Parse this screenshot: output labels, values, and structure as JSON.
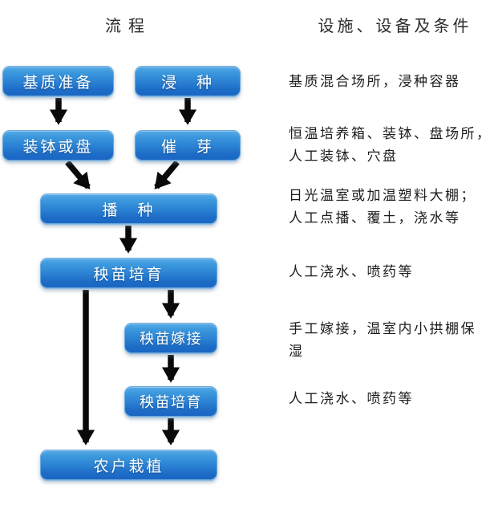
{
  "diagram": {
    "columns": {
      "left_header": "流程",
      "right_header": "设施、设备及条件"
    },
    "nodes": [
      {
        "id": "substrate-preparation",
        "label": "基质准备"
      },
      {
        "id": "seed-soaking",
        "label": "浸　种"
      },
      {
        "id": "pot-or-tray-filling",
        "label": "装钵或盘"
      },
      {
        "id": "germination",
        "label": "催　芽"
      },
      {
        "id": "sowing",
        "label": "播　种"
      },
      {
        "id": "seedling-cultivation-1",
        "label": "秧苗培育"
      },
      {
        "id": "seedling-grafting",
        "label": "秧苗嫁接"
      },
      {
        "id": "seedling-cultivation-2",
        "label": "秧苗培育"
      },
      {
        "id": "farmer-planting",
        "label": "农户栽植"
      }
    ],
    "edges": [
      {
        "from": "substrate-preparation",
        "to": "pot-or-tray-filling"
      },
      {
        "from": "seed-soaking",
        "to": "germination"
      },
      {
        "from": "pot-or-tray-filling",
        "to": "sowing"
      },
      {
        "from": "germination",
        "to": "sowing"
      },
      {
        "from": "sowing",
        "to": "seedling-cultivation-1"
      },
      {
        "from": "seedling-cultivation-1",
        "to": "farmer-planting"
      },
      {
        "from": "seedling-cultivation-1",
        "to": "seedling-grafting"
      },
      {
        "from": "seedling-grafting",
        "to": "seedling-cultivation-2"
      },
      {
        "from": "seedling-cultivation-2",
        "to": "farmer-planting"
      }
    ],
    "annotations": [
      {
        "lines": [
          "基质混合场所，浸种容器"
        ]
      },
      {
        "lines": [
          "恒温培养箱、装钵、盘场所，",
          "人工装钵、穴盘"
        ]
      },
      {
        "lines": [
          "日光温室或加温塑料大棚；",
          "人工点播、覆土，浇水等"
        ]
      },
      {
        "lines": [
          "人工浇水、喷药等"
        ]
      },
      {
        "lines": [
          "手工嫁接，温室内小拱棚保",
          "湿"
        ]
      },
      {
        "lines": [
          "人工浇水、喷药等"
        ]
      }
    ],
    "colors": {
      "node_gradient_top": "#57aae6",
      "node_gradient_mid": "#2f87d6",
      "node_gradient_bottom": "#1a67c4",
      "node_border": "#6ea9da",
      "node_text": "#ffffff",
      "arrow": "#0a0a0a",
      "header_text": "#2b2b2b",
      "annotation_text": "#1c1c1c",
      "background": "#ffffff"
    }
  }
}
